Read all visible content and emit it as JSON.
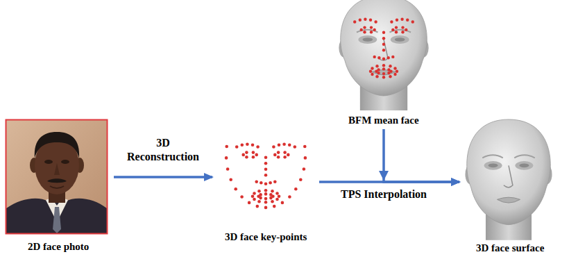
{
  "diagram": {
    "nodes": [
      {
        "text": [
          "2D face photo"
        ]
      },
      {
        "text": [
          "3D face key-points"
        ]
      },
      {
        "text": [
          "BFM mean face"
        ]
      },
      {
        "text": [
          "3D face surface"
        ]
      }
    ],
    "edges": [
      {
        "from": 0,
        "to": 1,
        "arrow": "to",
        "label": "3D Reconstruction"
      },
      {
        "from": 1,
        "to": 3,
        "arrow": "to",
        "label": "TPS Interpolation"
      },
      {
        "from": 2,
        "to": 3,
        "arrow": "to"
      }
    ]
  }
}
